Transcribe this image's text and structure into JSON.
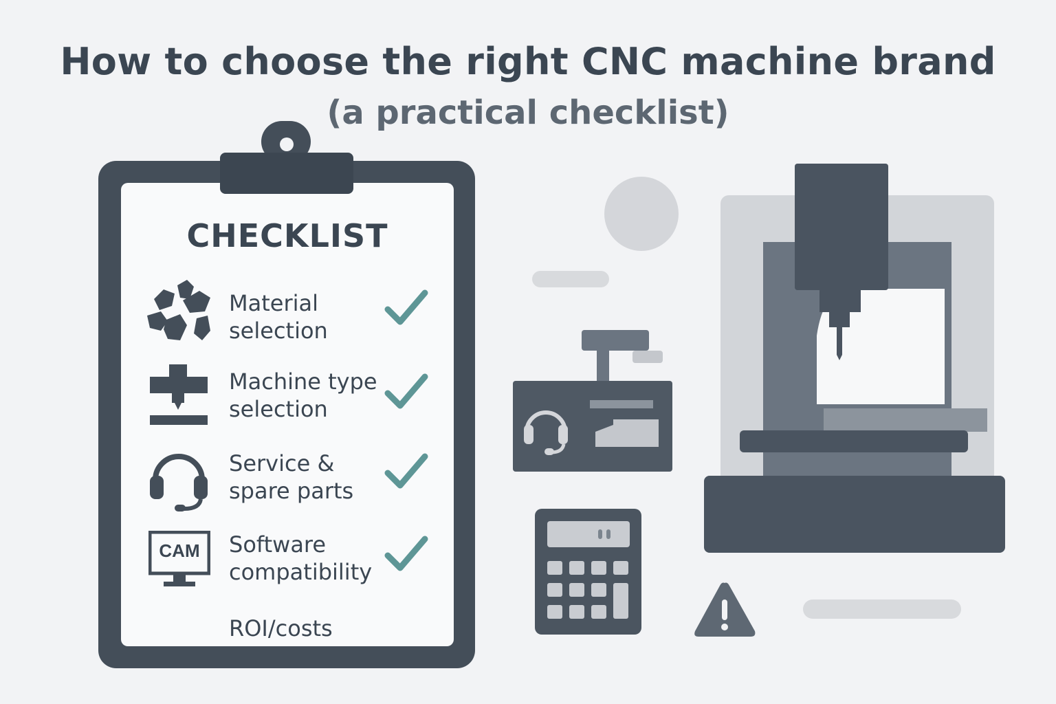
{
  "title": "How to choose the right CNC machine brand",
  "subtitle": "(a practical checklist)",
  "checklist": {
    "heading": "CHECKLIST",
    "items": [
      {
        "line1": "Material",
        "line2": "selection",
        "icon": "material-chunks-icon",
        "checked": true
      },
      {
        "line1": "Machine type",
        "line2": "selection",
        "icon": "machine-type-icon",
        "checked": true
      },
      {
        "line1": "Service &",
        "line2": "spare parts",
        "icon": "headset-icon",
        "checked": true
      },
      {
        "line1": "Software",
        "line2": "compatibility",
        "icon": "cam-monitor-icon",
        "checked": true
      }
    ],
    "roi_label": "ROI/costs",
    "cam_label": "CAM"
  },
  "colors": {
    "background": "#f2f3f5",
    "dark": "#444e59",
    "mid": "#6b7581",
    "light": "#c9ccd1",
    "check": "#5e9696"
  },
  "illustrations": [
    "support-terminal-icon",
    "calculator-icon",
    "warning-icon",
    "cnc-machine-icon"
  ]
}
